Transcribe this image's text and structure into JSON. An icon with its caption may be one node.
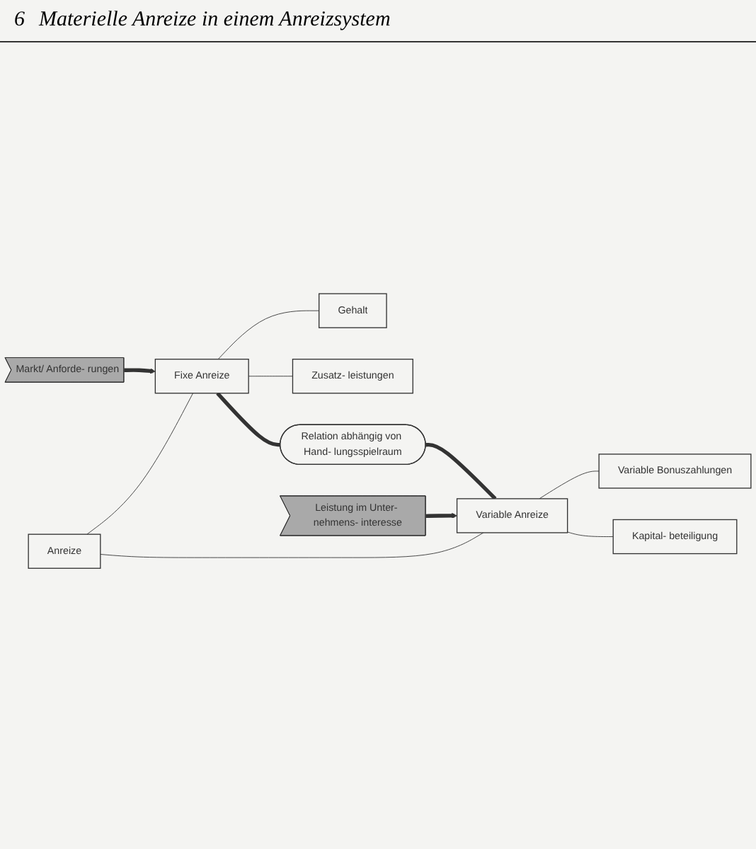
{
  "diagram": {
    "title": "Materielle Anreize in einem Anreizsystem",
    "nodes": [
      {
        "text": [
          "Markt/ Anforde- rungen"
        ]
      },
      {
        "text": [
          "Fixe Anreize"
        ]
      },
      {
        "text": [
          "Gehalt"
        ]
      },
      {
        "text": [
          "Zusatz- leistungen"
        ]
      },
      {
        "text": [
          "Anreize"
        ]
      },
      {
        "text": [
          "Relation abhängig von Hand- lungsspielraum"
        ]
      },
      {
        "text": [
          "Variable Bonuszahlungen"
        ]
      },
      {
        "text": [
          "Variable Anreize"
        ]
      },
      {
        "text": [
          "Kapital- beteiligung"
        ]
      },
      {
        "text": [
          "Leistung im Unter- nehmens- interesse"
        ]
      }
    ],
    "edges": [
      {
        "from": 0,
        "to": 1,
        "arrow": "to",
        "style": "thick"
      },
      {
        "from": 4,
        "to": 1,
        "arrow": "none"
      },
      {
        "from": 4,
        "to": 7,
        "arrow": "none"
      },
      {
        "from": 1,
        "to": 2,
        "arrow": "none"
      },
      {
        "from": 1,
        "to": 3,
        "arrow": "none"
      },
      {
        "from": 1,
        "to": 5,
        "arrow": "none",
        "style": "thick"
      },
      {
        "from": 5,
        "to": 7,
        "arrow": "none",
        "style": "thick"
      },
      {
        "from": 7,
        "to": 6,
        "arrow": "none"
      },
      {
        "from": 7,
        "to": 8,
        "arrow": "none"
      },
      {
        "from": 9,
        "to": 7,
        "arrow": "to",
        "style": "thick"
      }
    ],
    "labels": [
      "6"
    ]
  }
}
